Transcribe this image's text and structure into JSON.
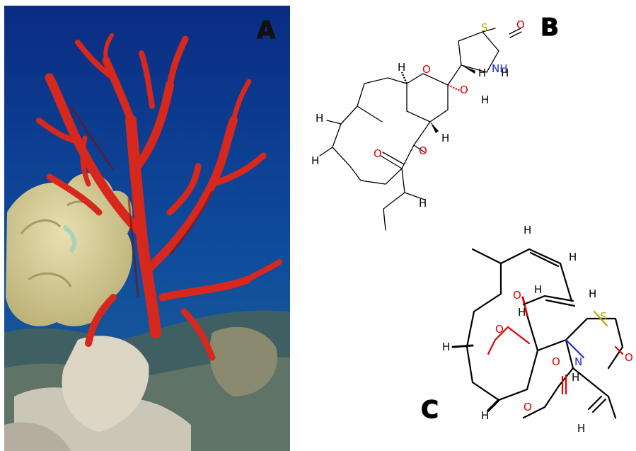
{
  "panels": {
    "a": {
      "label": "A"
    },
    "b": {
      "label": "B"
    },
    "c": {
      "label": "C"
    }
  },
  "atoms": {
    "o": "O",
    "s": "S",
    "n": "N",
    "h": "H",
    "nh": "NH"
  },
  "colors": {
    "oxygen": "#e00000",
    "nitrogen": "#1a2fd0",
    "sulfur": "#b3ad00",
    "carbon": "#000000",
    "ocean_top": "#0b2f86",
    "ocean_bottom": "#1e5fa6",
    "red_coral": "#d8281a",
    "soft_coral": "#d9cf98"
  }
}
